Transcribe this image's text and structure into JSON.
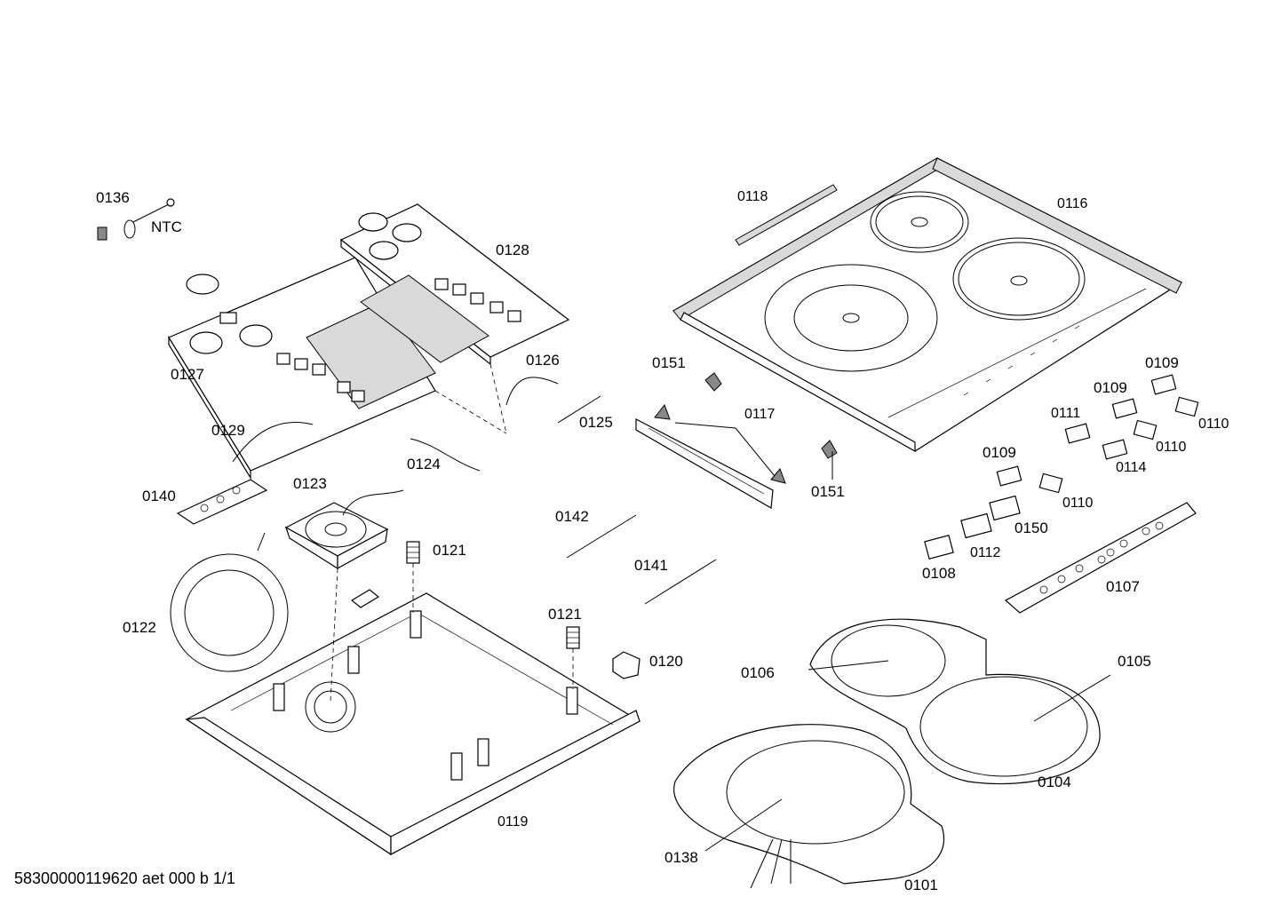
{
  "footer": "58300000119620 aet 000 b 1/1",
  "ntc_label": "NTC",
  "callouts": {
    "p0101": "0101",
    "p0104": "0104",
    "p0105": "0105",
    "p0106": "0106",
    "p0107": "0107",
    "p0108": "0108",
    "p0109a": "0109",
    "p0109b": "0109",
    "p0109c": "0109",
    "p0110a": "0110",
    "p0110b": "0110",
    "p0110c": "0110",
    "p0111": "0111",
    "p0112": "0112",
    "p0114": "0114",
    "p0116": "0116",
    "p0117": "0117",
    "p0118": "0118",
    "p0119": "0119",
    "p0120": "0120",
    "p0121a": "0121",
    "p0121b": "0121",
    "p0122": "0122",
    "p0123": "0123",
    "p0124": "0124",
    "p0125": "0125",
    "p0126": "0126",
    "p0127": "0127",
    "p0128": "0128",
    "p0129": "0129",
    "p0136": "0136",
    "p0138": "0138",
    "p0140": "0140",
    "p0141": "0141",
    "p0142": "0142",
    "p0150": "0150",
    "p0151a": "0151",
    "p0151b": "0151"
  }
}
